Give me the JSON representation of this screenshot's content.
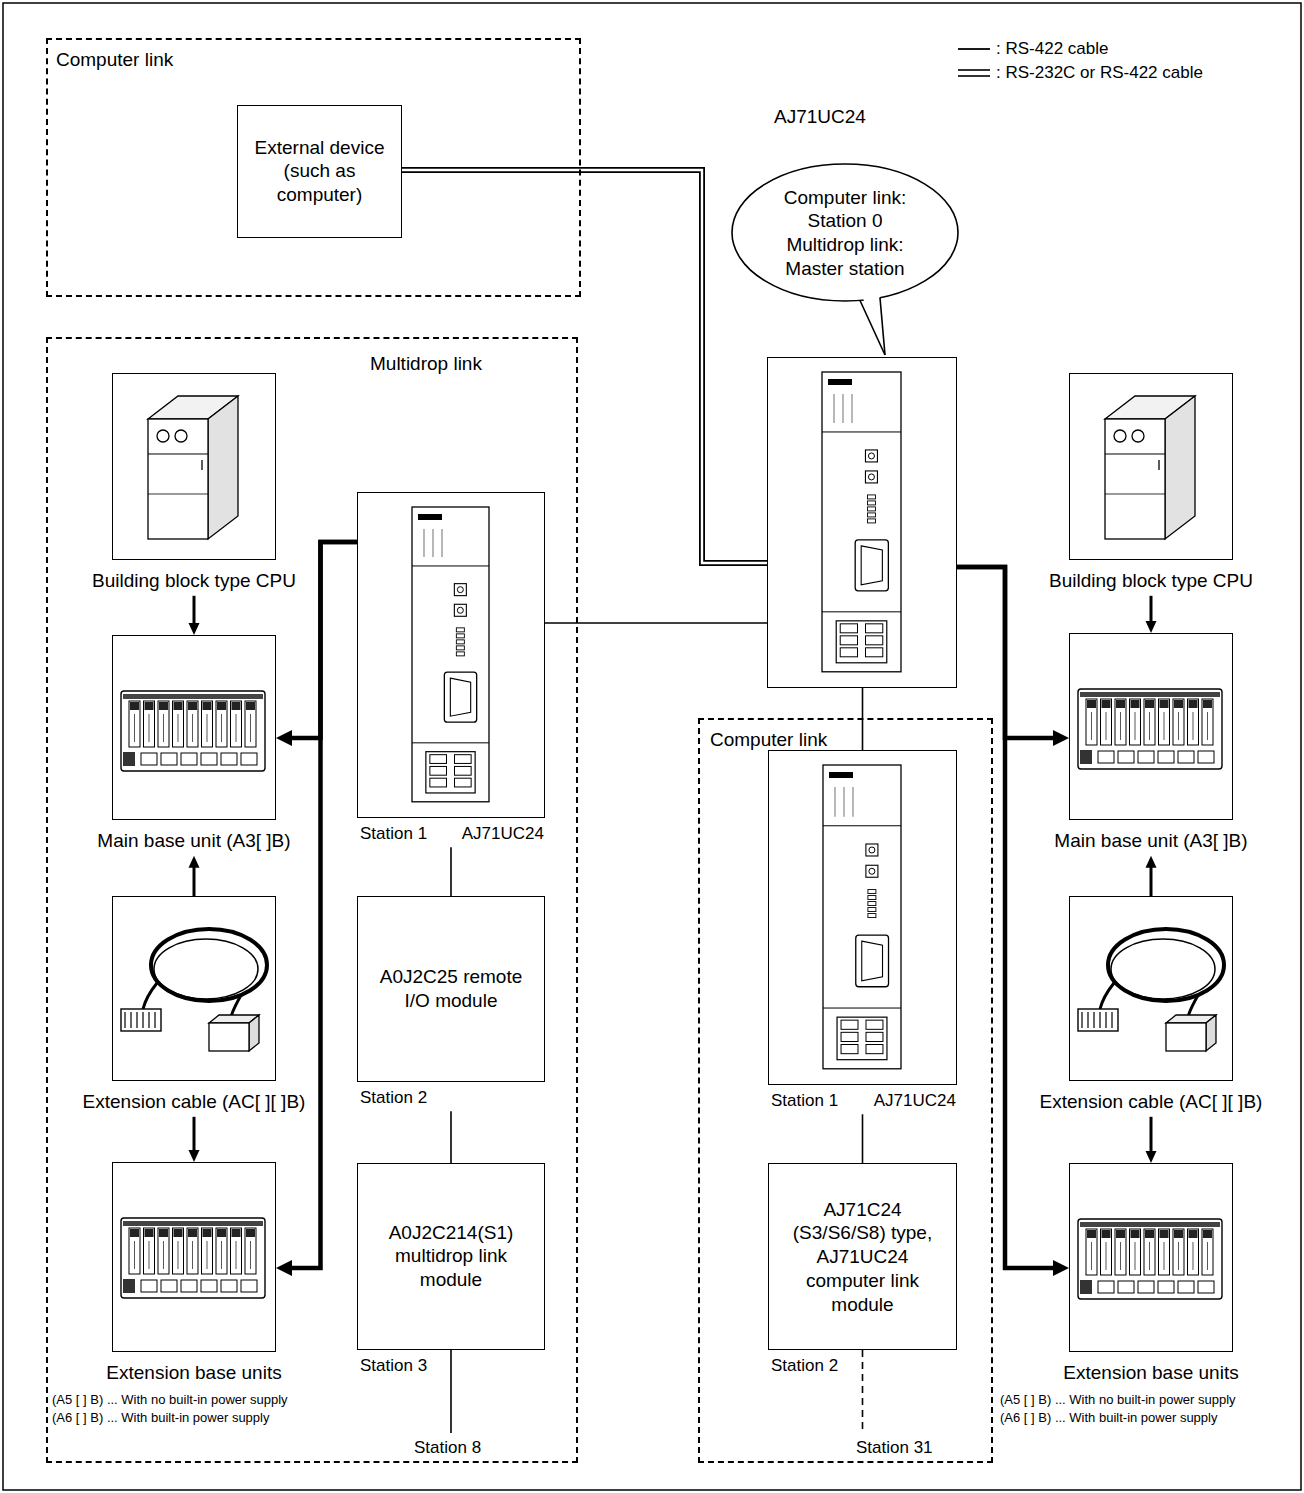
{
  "diagram": {
    "nodes": [
      {
        "text": [
          "Computer link"
        ]
      },
      {
        "text": [
          "External device (such as computer)"
        ],
        "in": 0
      },
      {
        "text": [
          "AJ71UC24"
        ]
      },
      {
        "text": [
          "Computer link: Station 0 Multidrop link: Master station"
        ]
      },
      {
        "text": [
          "Multidrop link"
        ]
      },
      {
        "text": [
          "Building block type CPU"
        ],
        "in": 4
      },
      {
        "text": [
          "Main base unit (A3[ ]B)"
        ],
        "in": 4
      },
      {
        "text": [
          "Extension cable (AC[ ][ ]B)"
        ],
        "in": 4
      },
      {
        "text": [
          "Extension base units"
        ],
        "in": 4
      },
      {
        "text": [
          "Station 1",
          "AJ71UC24"
        ],
        "in": 4
      },
      {
        "text": [
          "A0J2C25 remote I/O module",
          "Station 2"
        ],
        "in": 4
      },
      {
        "text": [
          "A0J2C214(S1) multidrop link module",
          "Station 3"
        ],
        "in": 4
      },
      {
        "text": [
          "Computer link"
        ]
      },
      {
        "text": [
          "Station 1",
          "AJ71UC24"
        ],
        "in": 12
      },
      {
        "text": [
          "AJ71C24 (S3/S6/S8) type, AJ71UC24 computer link module",
          "Station 2"
        ],
        "in": 12
      },
      {
        "text": [
          "Building block type CPU"
        ]
      },
      {
        "text": [
          "Main base unit (A3[ ]B)"
        ]
      },
      {
        "text": [
          "Extension cable (AC[ ][ ]B)"
        ]
      },
      {
        "text": [
          "Extension base units"
        ]
      }
    ],
    "edges": [
      {
        "from": 1,
        "to": 2,
        "arrow": "none"
      },
      {
        "from": 2,
        "to": 9,
        "arrow": "none"
      },
      {
        "from": 2,
        "to": 13,
        "arrow": "none"
      },
      {
        "from": 9,
        "to": 10,
        "arrow": "none"
      },
      {
        "from": 10,
        "to": 11,
        "arrow": "none"
      },
      {
        "from": 13,
        "to": 14,
        "arrow": "none"
      },
      {
        "from": 5,
        "to": 6,
        "arrow": "to"
      },
      {
        "from": 7,
        "to": 6,
        "arrow": "to"
      },
      {
        "from": 7,
        "to": 8,
        "arrow": "to"
      },
      {
        "from": 9,
        "to": 6,
        "arrow": "to"
      },
      {
        "from": 9,
        "to": 8,
        "arrow": "to"
      },
      {
        "from": 2,
        "to": 16,
        "arrow": "to"
      },
      {
        "from": 2,
        "to": 18,
        "arrow": "to"
      },
      {
        "from": 15,
        "to": 16,
        "arrow": "to"
      },
      {
        "from": 17,
        "to": 16,
        "arrow": "to"
      },
      {
        "from": 17,
        "to": 18,
        "arrow": "to"
      }
    ],
    "labels": [
      "Station 8",
      "Station 31",
      "(A5 [ ] B) ... With no built-in power supply",
      "(A6 [ ] B) ... With built-in power supply",
      "(A5 [ ] B) ... With no built-in power supply",
      "(A6 [ ] B) ... With built-in power supply"
    ],
    "legend": [
      {
        "text": ": RS-422 cable"
      },
      {
        "text": ": RS-232C or RS-422 cable"
      }
    ]
  }
}
